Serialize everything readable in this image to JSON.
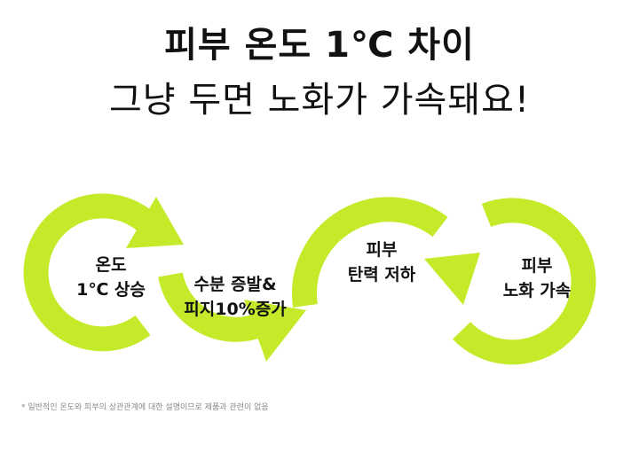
{
  "title": "피부 온도 1℃ 차이",
  "subtitle": "그냥 두면 노화가 가속돼요!",
  "steps": [
    {
      "line1": "온도",
      "line2": "1℃ 상승"
    },
    {
      "line1": "수분 증발&",
      "line2": "피지10%증가"
    },
    {
      "line1": "피부",
      "line2": "탄력 저하"
    },
    {
      "line1": "피부",
      "line2": "노화 가속"
    }
  ],
  "footnote": "* 일반적인 온도와 피부의 상관관계에 대한 설명이므로 제품과 관련이 없음",
  "colors": {
    "accent": "#c5ea2a",
    "text": "#111111",
    "footnote": "#888888"
  }
}
